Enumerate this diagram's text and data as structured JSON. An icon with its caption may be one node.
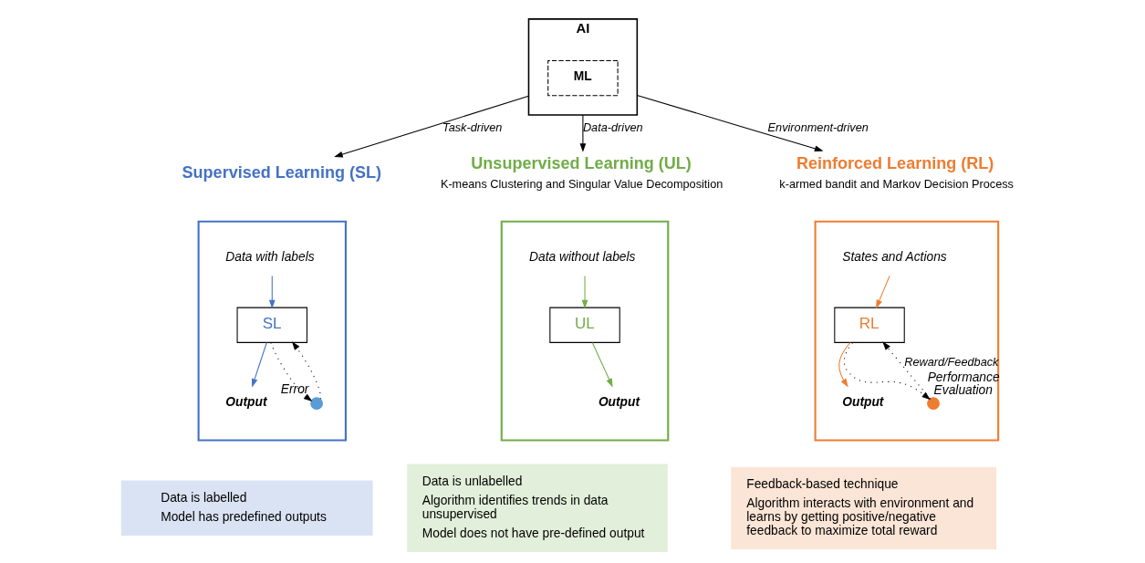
{
  "diagram": {
    "nodes": [
      {
        "text": [
          "AI"
        ]
      },
      {
        "text": [
          "ML"
        ],
        "in": 0
      },
      {
        "text": [
          "Supervised Learning (SL)"
        ]
      },
      {
        "text": [
          "Unsupervised Learning (UL)",
          "K-means Clustering and Singular Value Decomposition"
        ]
      },
      {
        "text": [
          "Reinforced Learning (RL)",
          "k-armed bandit and Markov Decision Process"
        ]
      },
      {
        "text": [],
        "shape": "box"
      },
      {
        "text": [
          "Data with labels"
        ],
        "in": 5
      },
      {
        "text": [
          "SL"
        ],
        "in": 5
      },
      {
        "text": [
          "Output"
        ],
        "in": 5
      },
      {
        "text": [],
        "shape": "circle",
        "in": 5,
        "beside": [
          "Error"
        ]
      },
      {
        "text": [
          "Data is labelled",
          "Model has predefined outputs"
        ]
      },
      {
        "text": [],
        "shape": "box"
      },
      {
        "text": [
          "Data without labels"
        ],
        "in": 11
      },
      {
        "text": [
          "UL"
        ],
        "in": 11
      },
      {
        "text": [
          "Output"
        ],
        "in": 11
      },
      {
        "text": [
          "Data is unlabelled",
          "Algorithm identifies trends in data unsupervised",
          "Model does not have pre-defined output"
        ]
      },
      {
        "text": [],
        "shape": "box"
      },
      {
        "text": [
          "States and Actions"
        ],
        "in": 16
      },
      {
        "text": [
          "RL"
        ],
        "in": 16
      },
      {
        "text": [
          "Output"
        ],
        "in": 16
      },
      {
        "text": [],
        "shape": "circle",
        "in": 16,
        "beside": [
          "Performance Evaluation"
        ]
      },
      {
        "text": [
          "Feedback-based technique",
          "Algorithm interacts with environment and learns by getting positive/negative feedback to maximize total reward"
        ]
      }
    ],
    "edges": [
      {
        "from": 0,
        "to": 2,
        "arrow": "to",
        "label": "Task-driven"
      },
      {
        "from": 0,
        "to": 3,
        "arrow": "to",
        "label": "Data-driven"
      },
      {
        "from": 0,
        "to": 4,
        "arrow": "to",
        "label": "Environment-driven"
      },
      {
        "from": 6,
        "to": 7,
        "arrow": "to",
        "color": "#4472c4"
      },
      {
        "from": 7,
        "to": 8,
        "arrow": "to",
        "color": "#4472c4"
      },
      {
        "from": 7,
        "to": 9,
        "arrow": "to",
        "style": "dashed"
      },
      {
        "from": 9,
        "to": 7,
        "arrow": "to",
        "style": "dashed"
      },
      {
        "from": 12,
        "to": 13,
        "arrow": "to",
        "color": "#70ad47"
      },
      {
        "from": 13,
        "to": 14,
        "arrow": "to",
        "color": "#70ad47"
      },
      {
        "from": 17,
        "to": 18,
        "arrow": "to",
        "color": "#ed7d31"
      },
      {
        "from": 18,
        "to": 19,
        "arrow": "to",
        "color": "#ed7d31"
      },
      {
        "from": 18,
        "to": 20,
        "arrow": "to",
        "style": "dashed"
      },
      {
        "from": 20,
        "to": 18,
        "arrow": "to",
        "style": "dashed",
        "label": "Reward/Feedback"
      }
    ]
  }
}
